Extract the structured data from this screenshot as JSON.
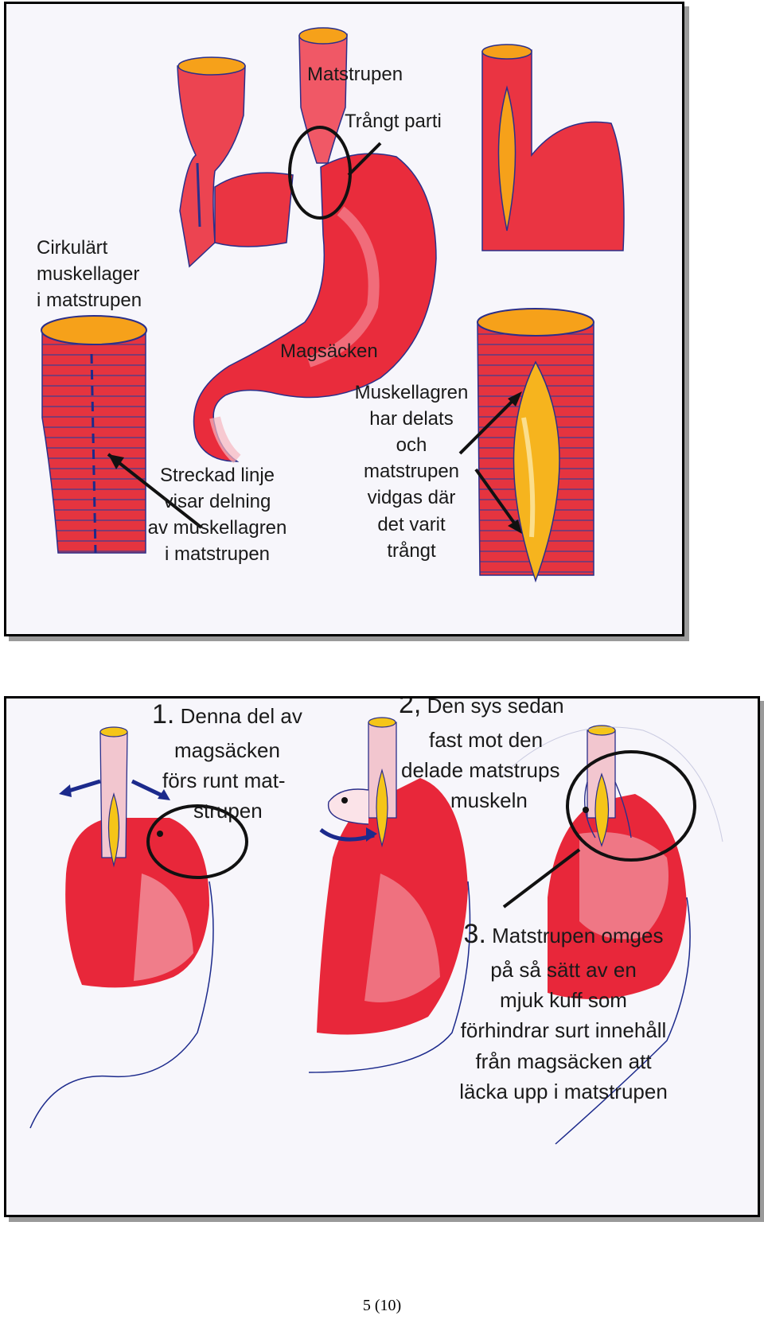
{
  "figure_top": {
    "labels": {
      "esophagus": "Matstrupen",
      "narrow_part": "Trångt parti",
      "circular_layer": [
        "Cirkulärt",
        "muskellager",
        "i matstrupen"
      ],
      "stomach": "Magsäcken",
      "dashed_line": [
        "Streckad linje",
        "visar delning",
        "av muskellagren",
        "i matstrupen"
      ],
      "split_layers": [
        "Muskellagren",
        "har delats",
        "och",
        "matstrupen",
        "vidgas där",
        "det varit",
        "trångt"
      ]
    }
  },
  "figure_bottom": {
    "step1": {
      "number": "1.",
      "lines": [
        "Denna del av",
        "magsäcken",
        "förs runt mat-",
        "strupen"
      ]
    },
    "step2": {
      "number": "2,",
      "lines": [
        "Den sys sedan",
        "fast mot den",
        "delade matstrups",
        "muskeln"
      ]
    },
    "step3": {
      "number": "3.",
      "lines": [
        "Matstrupen omges",
        "på så sätt av en",
        "mjuk kuff som",
        "förhindrar surt innehåll",
        "från magsäcken att",
        "läcka upp i matstrupen"
      ]
    }
  },
  "colors": {
    "tissue_red": "#e8273a",
    "tissue_pink": "#f27c8a",
    "lumen_orange": "#f6a11a",
    "mucosa_yellow": "#f5c518",
    "ink_blue": "#1c2a8c",
    "ink_black": "#111111"
  },
  "footer": {
    "page_number": "5 (10)"
  }
}
